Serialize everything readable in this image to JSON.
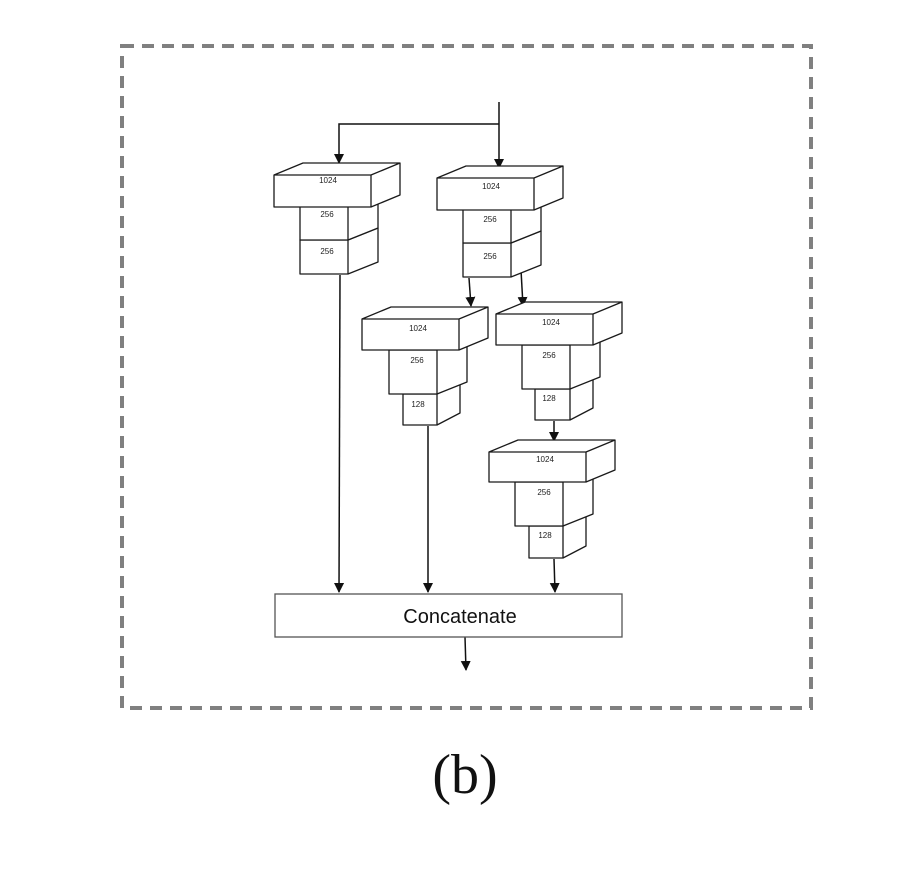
{
  "diagram": {
    "concatenate_label": "Concatenate",
    "caption": "(b)",
    "blocks": [
      {
        "top": "1024",
        "mid": "256",
        "bottom": "256"
      },
      {
        "top": "1024",
        "mid": "256",
        "bottom": "256"
      },
      {
        "top": "1024",
        "mid": "256",
        "bottom": "128"
      },
      {
        "top": "1024",
        "mid": "256",
        "bottom": "128"
      },
      {
        "top": "1024",
        "mid": "256",
        "bottom": "128"
      }
    ]
  }
}
